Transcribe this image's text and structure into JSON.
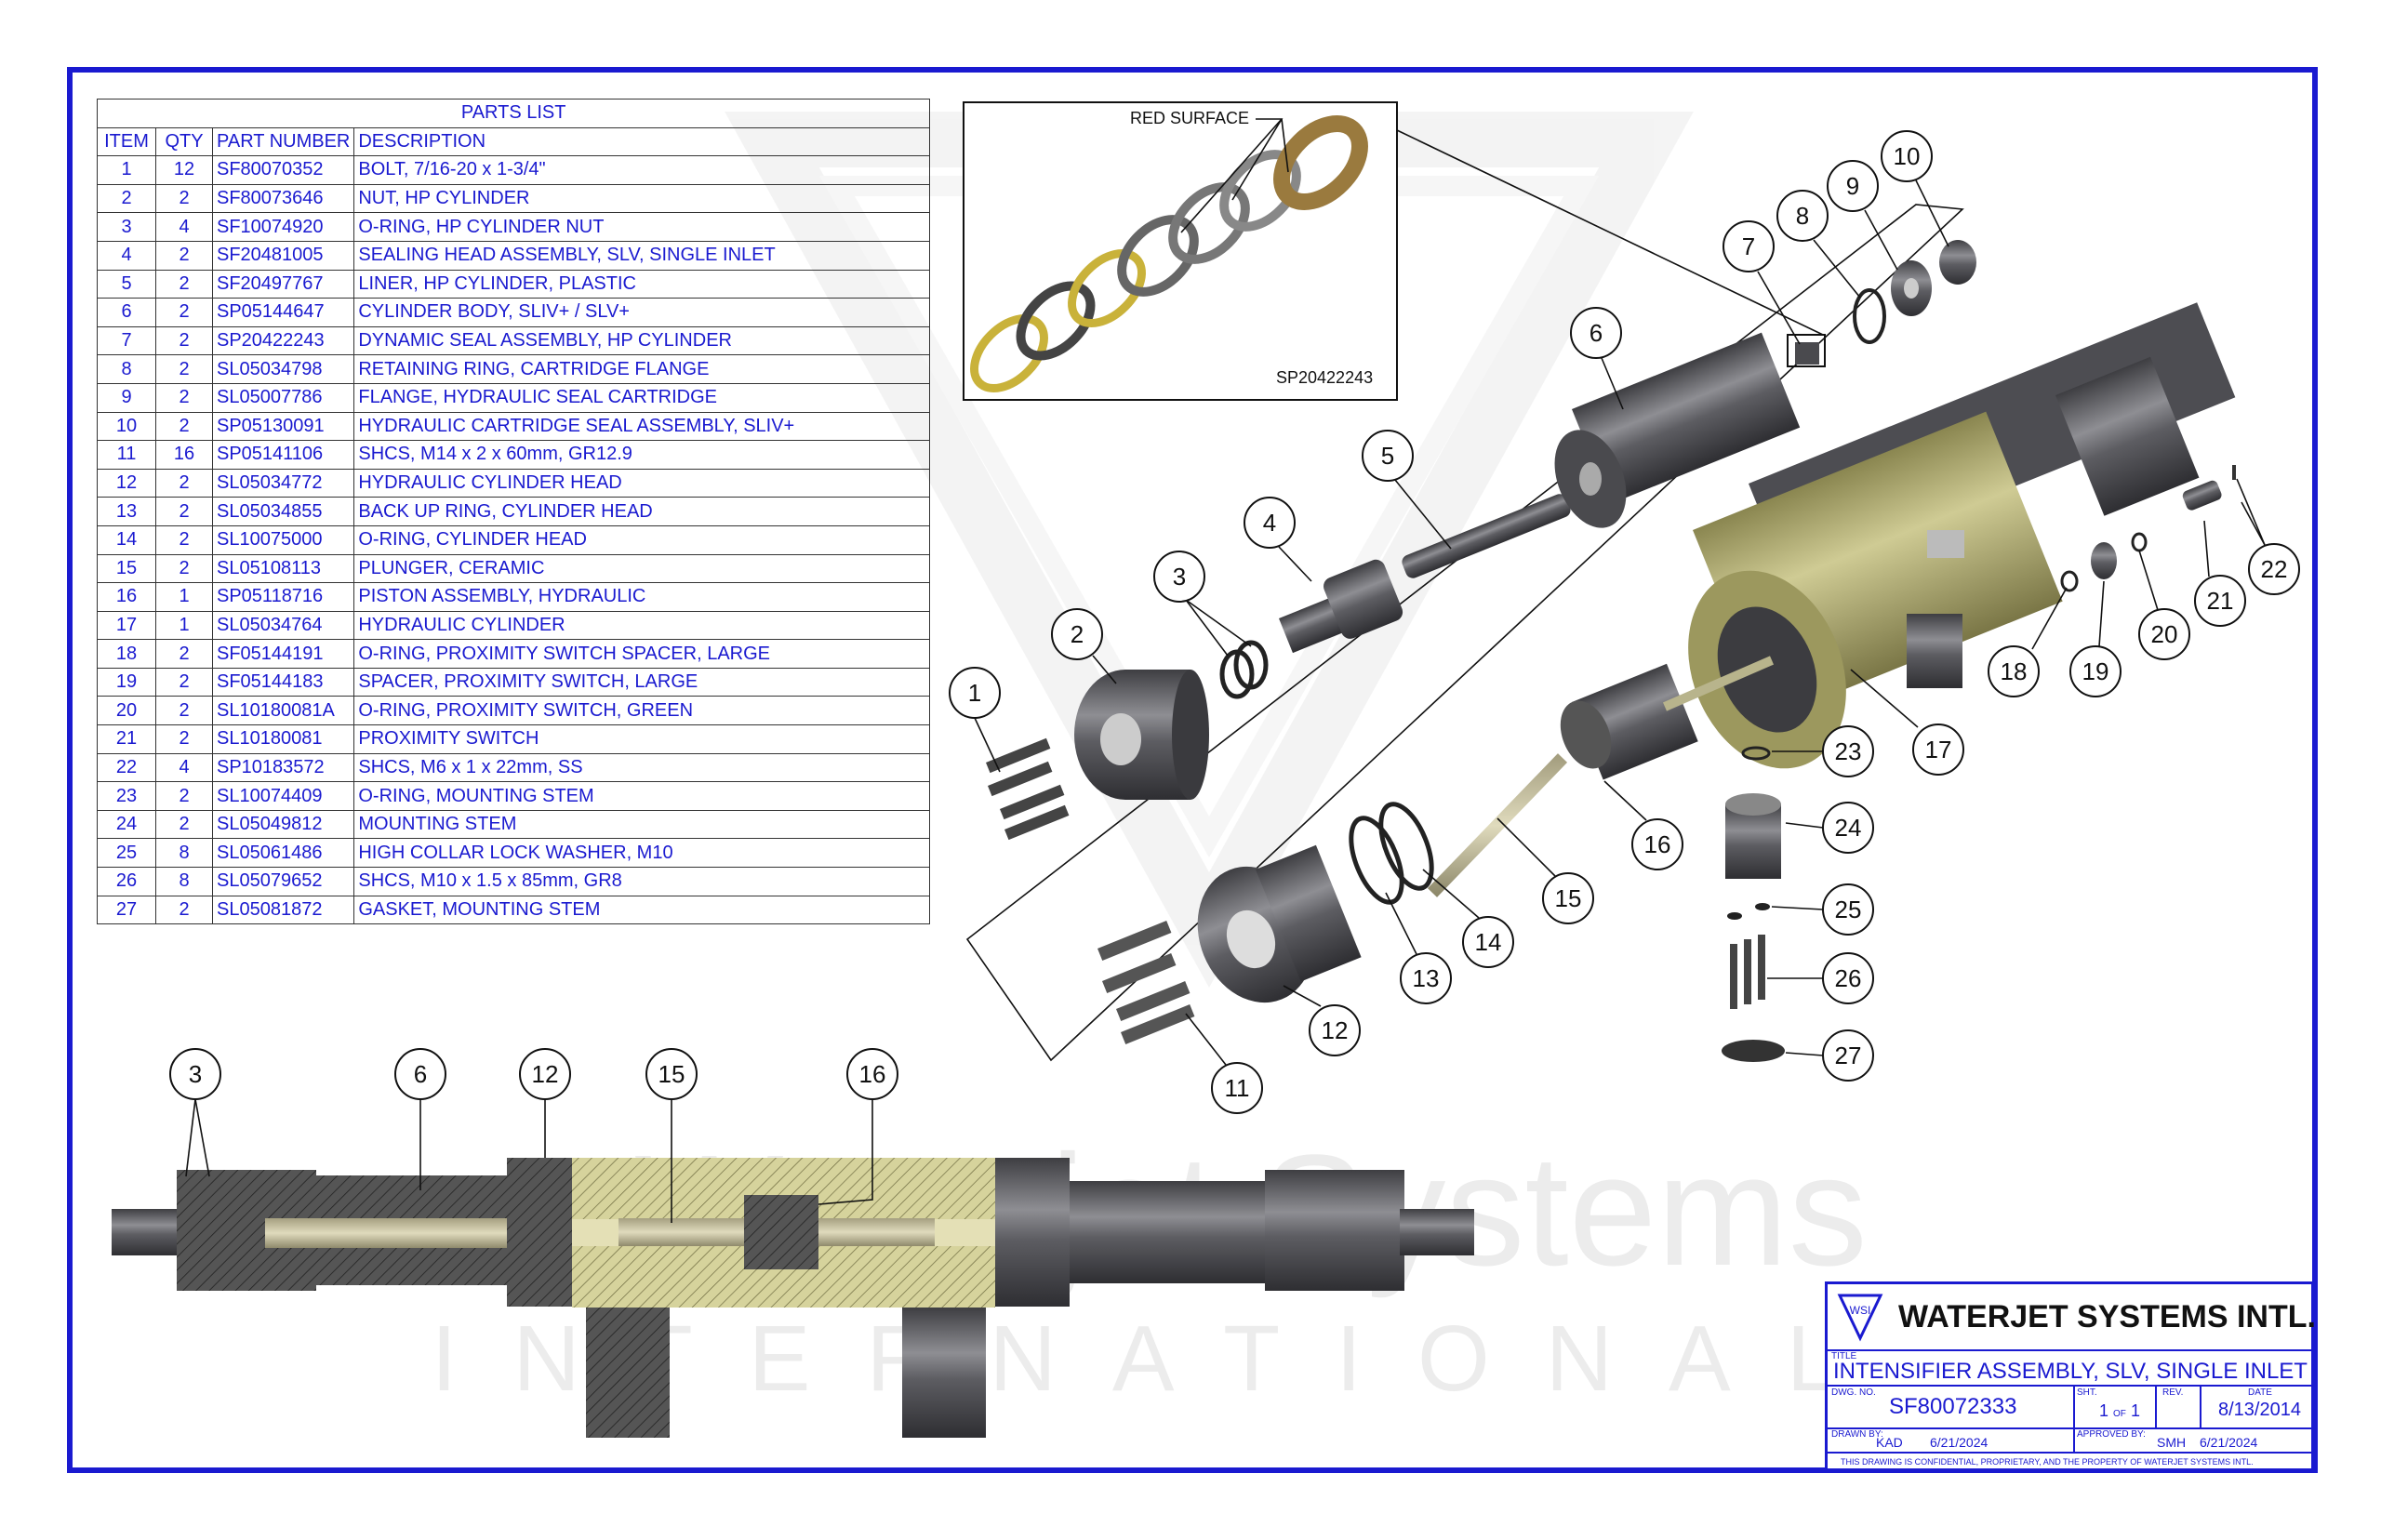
{
  "parts_list": {
    "title": "PARTS LIST",
    "headers": [
      "ITEM",
      "QTY",
      "PART NUMBER",
      "DESCRIPTION"
    ],
    "rows": [
      [
        "1",
        "12",
        "SF80070352",
        "BOLT, 7/16-20 x 1-3/4\""
      ],
      [
        "2",
        "2",
        "SF80073646",
        "NUT, HP CYLINDER"
      ],
      [
        "3",
        "4",
        "SF10074920",
        "O-RING, HP CYLINDER NUT"
      ],
      [
        "4",
        "2",
        "SF20481005",
        "SEALING HEAD ASSEMBLY, SLV, SINGLE INLET"
      ],
      [
        "5",
        "2",
        "SF20497767",
        "LINER, HP CYLINDER, PLASTIC"
      ],
      [
        "6",
        "2",
        "SP05144647",
        "CYLINDER BODY, SLIV+ / SLV+"
      ],
      [
        "7",
        "2",
        "SP20422243",
        "DYNAMIC SEAL ASSEMBLY, HP CYLINDER"
      ],
      [
        "8",
        "2",
        "SL05034798",
        "RETAINING RING, CARTRIDGE FLANGE"
      ],
      [
        "9",
        "2",
        "SL05007786",
        "FLANGE, HYDRAULIC SEAL CARTRIDGE"
      ],
      [
        "10",
        "2",
        "SP05130091",
        "HYDRAULIC CARTRIDGE SEAL ASSEMBLY, SLIV+"
      ],
      [
        "11",
        "16",
        "SP05141106",
        "SHCS, M14 x 2 x 60mm, GR12.9"
      ],
      [
        "12",
        "2",
        "SL05034772",
        "HYDRAULIC CYLINDER HEAD"
      ],
      [
        "13",
        "2",
        "SL05034855",
        "BACK UP RING, CYLINDER HEAD"
      ],
      [
        "14",
        "2",
        "SL10075000",
        "O-RING, CYLINDER HEAD"
      ],
      [
        "15",
        "2",
        "SL05108113",
        "PLUNGER, CERAMIC"
      ],
      [
        "16",
        "1",
        "SP05118716",
        "PISTON ASSEMBLY, HYDRAULIC"
      ],
      [
        "17",
        "1",
        "SL05034764",
        "HYDRAULIC CYLINDER"
      ],
      [
        "18",
        "2",
        "SF05144191",
        "O-RING, PROXIMITY SWITCH SPACER, LARGE"
      ],
      [
        "19",
        "2",
        "SF05144183",
        "SPACER, PROXIMITY SWITCH, LARGE"
      ],
      [
        "20",
        "2",
        "SL10180081A",
        "O-RING, PROXIMITY SWITCH, GREEN"
      ],
      [
        "21",
        "2",
        "SL10180081",
        "PROXIMITY SWITCH"
      ],
      [
        "22",
        "4",
        "SP10183572",
        "SHCS, M6 x 1 x 22mm, SS"
      ],
      [
        "23",
        "2",
        "SL10074409",
        "O-RING, MOUNTING STEM"
      ],
      [
        "24",
        "2",
        "SL05049812",
        "MOUNTING STEM"
      ],
      [
        "25",
        "8",
        "SL05061486",
        "HIGH COLLAR LOCK WASHER, M10"
      ],
      [
        "26",
        "8",
        "SL05079652",
        "SHCS, M10 x 1.5 x 85mm, GR8"
      ],
      [
        "27",
        "2",
        "SL05081872",
        "GASKET, MOUNTING STEM"
      ]
    ]
  },
  "detail": {
    "callout": "RED SURFACE",
    "part_number": "SP20422243"
  },
  "balloons_exploded": [
    "1",
    "2",
    "3",
    "4",
    "5",
    "6",
    "7",
    "8",
    "9",
    "10",
    "11",
    "12",
    "13",
    "14",
    "15",
    "16",
    "17",
    "18",
    "19",
    "20",
    "21",
    "22",
    "23",
    "24",
    "25",
    "26",
    "27"
  ],
  "balloons_section": [
    "3",
    "6",
    "12",
    "15",
    "16"
  ],
  "watermark": {
    "line1": "Waterjet Systems",
    "line2": "INTERNATIONAL"
  },
  "title_block": {
    "company": "WATERJET SYSTEMS INTL.",
    "logo_text": "WSI",
    "title_label": "TITLE",
    "title": "INTENSIFIER ASSEMBLY, SLV, SINGLE INLET",
    "dwg_no_label": "DWG. NO.",
    "dwg_no": "SF80072333",
    "sht_label": "SHT.",
    "sht_num": "1",
    "sht_of": "OF",
    "sht_total": "1",
    "rev_label": "REV.",
    "rev": "",
    "date_label": "DATE",
    "date": "8/13/2014",
    "drawn_by_label": "DRAWN BY:",
    "drawn_by": "KAD",
    "drawn_date": "6/21/2024",
    "approved_by_label": "APPROVED BY:",
    "approved_by": "SMH",
    "approved_date": "6/21/2024",
    "notice": "THIS DRAWING IS CONFIDENTIAL, PROPRIETARY, AND THE PROPERTY OF WATERJET SYSTEMS INTL."
  },
  "colors": {
    "frame": "#1a1ad0",
    "text_blue": "#1a1ad0",
    "cylinder_olive": "#c8c48a",
    "steel_dark": "#5a5a5e",
    "steel_light": "#b9b9bd",
    "watermark": "#ececec"
  }
}
